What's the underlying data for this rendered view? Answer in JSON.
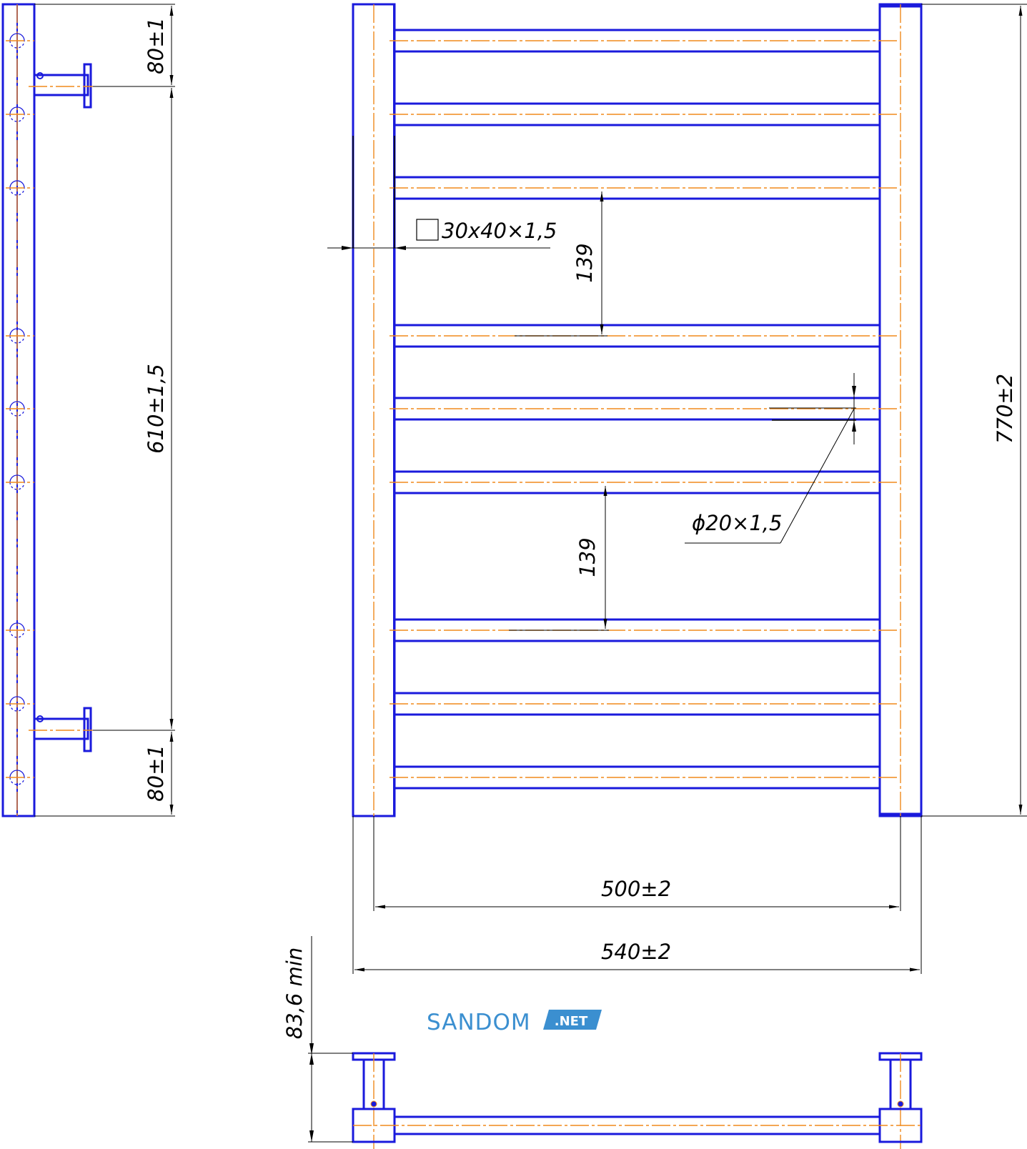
{
  "dimensions": {
    "mount_top": "80±1",
    "mount_spacing": "610±1,5",
    "mount_bottom": "80±1",
    "profile": "30x40×1,5",
    "rung_pitch_1": "139",
    "rung_pitch_2": "139",
    "rung_tube": "ϕ20×1,5",
    "overall_height": "770±2",
    "axis_width": "500±2",
    "overall_width": "540±2",
    "wall_offset": "83,6 min"
  },
  "watermark": {
    "brand": "SANDOM",
    "badge": ".NET",
    "color": "#3b8fd0"
  },
  "colors": {
    "part": "#1a1adc",
    "axis": "#f08a1c",
    "dimension": "#000000"
  }
}
